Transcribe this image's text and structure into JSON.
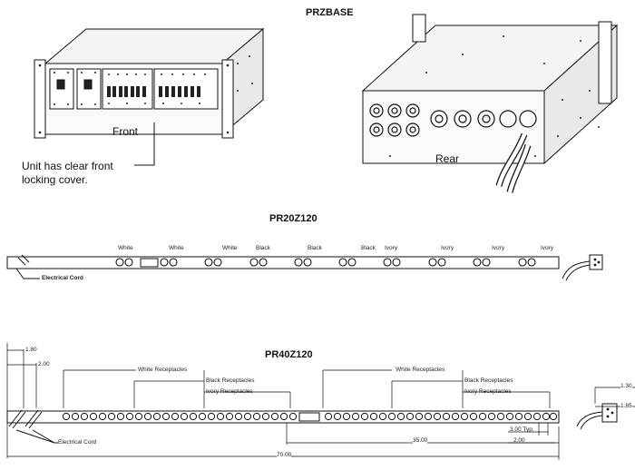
{
  "przbase": {
    "title": "PRZBASE",
    "front_label": "Front",
    "rear_label": "Rear",
    "note": [
      "Unit has clear front",
      "locking cover."
    ]
  },
  "pr20": {
    "title": "PR20Z120",
    "colors": [
      "White",
      "White",
      "White",
      "Black",
      "Black",
      "Black",
      "Ivory",
      "Ivory",
      "Ivory",
      "Ivory"
    ],
    "cord_label": "Electrical Cord"
  },
  "pr40": {
    "title": "PR40Z120",
    "white_label": "White Receptacles",
    "black_label": "Black Receptacles",
    "ivory_label": "Ivory Receptacles",
    "white_label_2": "White Receptacles",
    "black_label_2": "Black Receptacles",
    "ivory_label_2": "Ivory Receptacles",
    "cord_label": "Electrical Cord",
    "dim_1_80": "1.80",
    "dim_2_00": "2.00",
    "dim_3_00": "3.00 Typ.",
    "dim_2_00_b": "2.00",
    "dim_35_00": "35.00",
    "dim_70_00": "70.00",
    "dim_1_30": "1.30",
    "dim_1_85": "1.85"
  }
}
